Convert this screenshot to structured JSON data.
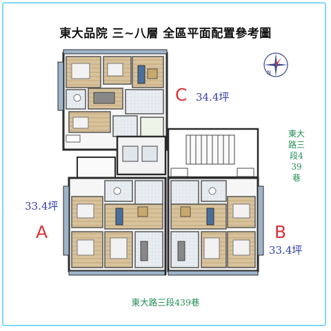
{
  "title": "東大品院 三~八層 全區平面配置參考圖",
  "units": [
    {
      "id": "A",
      "letter": "A",
      "area": "33.4坪",
      "letter_color": "#d9323a"
    },
    {
      "id": "B",
      "letter": "B",
      "area": "33.4坪",
      "letter_color": "#d9323a"
    },
    {
      "id": "C",
      "letter": "C",
      "area": "34.4坪",
      "letter_color": "#d9323a"
    }
  ],
  "streets": {
    "bottom": "東大路三段439巷",
    "right": "東大路三段439巷"
  },
  "compass": {
    "icon": "compass-rose-icon",
    "north_label": "N"
  },
  "colors": {
    "frame": "#7fd6ff",
    "area_text": "#3340a8",
    "street_text": "#1e8f52",
    "unit_letter": "#d9323a"
  }
}
